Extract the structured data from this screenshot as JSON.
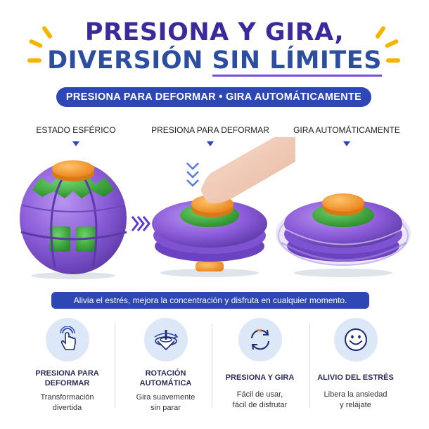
{
  "headline": {
    "line1": "PRESIONA Y GIRA,",
    "line2_pre": "DIVERSIÓN ",
    "line2_under": "SIN LÍMITES"
  },
  "banner": "PRESIONA PARA DEFORMAR • GIRA AUTOMÁTICAMENTE",
  "states": [
    {
      "label": "ESTADO ESFÉRICO"
    },
    {
      "label": "PRESIONA PARA DEFORMAR"
    },
    {
      "label": "GIRA AUTOMÁTICAMENTE"
    }
  ],
  "note": "Alivia el estrés, mejora la concentración y disfruta en cualquier momento.",
  "features": [
    {
      "icon": "hand-tap-icon",
      "title_l1": "PRESIONA PARA",
      "title_l2": "DEFORMAR",
      "desc_l1": "Transformación",
      "desc_l2": "divertida"
    },
    {
      "icon": "spinning-top-icon",
      "title_l1": "ROTACIÓN",
      "title_l2": "AUTOMÁTICA",
      "desc_l1": "Gira suavemente",
      "desc_l2": "sin parar"
    },
    {
      "icon": "rotate-arrows-icon",
      "title_l1": "PRESIONA Y GIRA",
      "title_l2": "",
      "desc_l1": "Fácil de usar,",
      "desc_l2": "fácil de disfrutar"
    },
    {
      "icon": "smiley-icon",
      "title_l1": "ALIVIO DEL ESTRÉS",
      "title_l2": "",
      "desc_l1": "Libera la ansiedad",
      "desc_l2": "y relájate"
    }
  ],
  "colors": {
    "primary_blue": "#2d47b5",
    "title_purple": "#3a2a9c",
    "toy_purple": "#8a5ad8",
    "toy_green": "#3aa83a",
    "toy_orange": "#f39a22",
    "accent_yellow": "#f5b400"
  }
}
